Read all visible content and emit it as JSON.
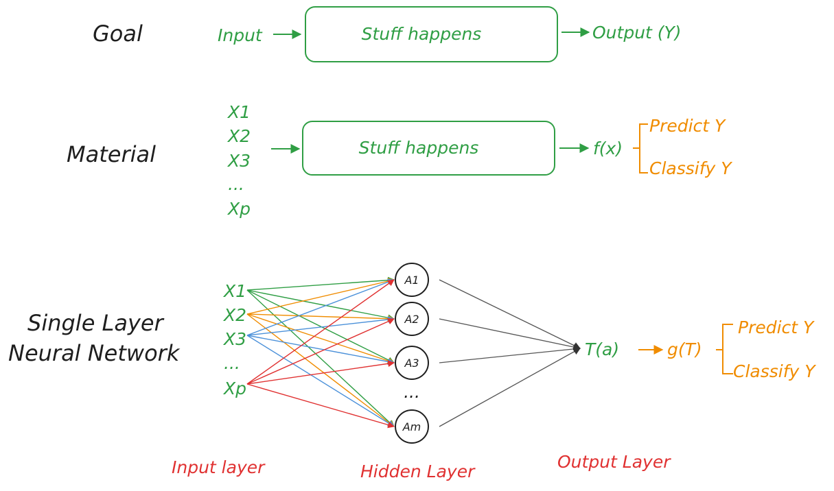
{
  "rows": {
    "goal": {
      "label": "Goal",
      "input": "Input",
      "box": "Stuff happens",
      "output": "Output (Y)"
    },
    "material": {
      "label": "Material",
      "inputs": [
        "X1",
        "X2",
        "X3",
        "...",
        "Xp"
      ],
      "box": "Stuff happens",
      "func": "f(x)",
      "outcomes": [
        "Predict Y",
        "Classify Y"
      ]
    },
    "network": {
      "label_line1": "Single Layer",
      "label_line2": "Neural Network",
      "inputs": [
        "X1",
        "X2",
        "X3",
        "...",
        "Xp"
      ],
      "hidden": [
        "A1",
        "A2",
        "A3",
        "Am"
      ],
      "hidden_ellipsis": "...",
      "output_node": "T(a)",
      "activation": "g(T)",
      "outcomes": [
        "Predict Y",
        "Classify Y"
      ]
    }
  },
  "layer_labels": {
    "input": "Input layer",
    "hidden": "Hidden Layer",
    "output": "Output Layer"
  },
  "colors": {
    "black": "#1e1e1e",
    "green": "#2f9e44",
    "orange": "#f08c00",
    "red": "#e03131",
    "blue": "#4a90d9",
    "gray": "#555555"
  }
}
